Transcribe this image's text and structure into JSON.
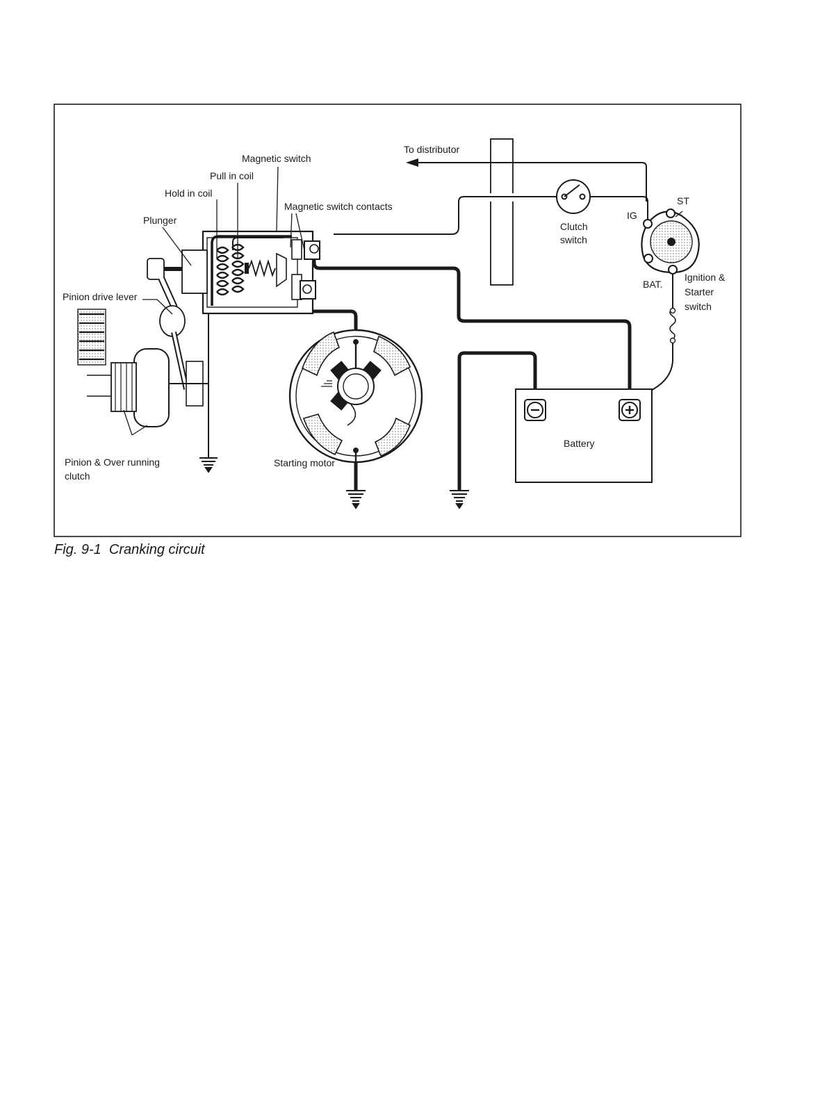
{
  "labels": {
    "magnetic_switch": "Magnetic switch",
    "pull_in_coil": "Pull in coil",
    "hold_in_coil": "Hold in coil",
    "plunger": "Plunger",
    "magnetic_switch_contacts": "Magnetic switch contacts",
    "to_distributor": "To distributor",
    "clutch_switch_line1": "Clutch",
    "clutch_switch_line2": "switch",
    "ig": "IG",
    "st": "ST",
    "bat": "BAT.",
    "ignition_line1": "Ignition &",
    "ignition_line2": "Starter",
    "ignition_line3": "switch",
    "pinion_drive_lever": "Pinion drive lever",
    "pinion_line1": "Pinion & Over running",
    "pinion_line2": "clutch",
    "starting_motor": "Starting motor",
    "battery": "Battery"
  },
  "caption": "Fig. 9-1  Cranking circuit",
  "colors": {
    "ink": "#1a1a1a",
    "stipple": "#bdbdbd"
  }
}
